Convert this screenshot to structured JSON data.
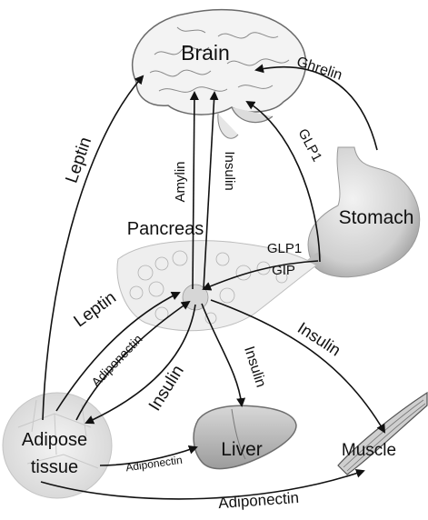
{
  "organs": {
    "brain": "Brain",
    "stomach": "Stomach",
    "pancreas": "Pancreas",
    "adipose_line1": "Adipose",
    "adipose_line2": "tissue",
    "liver": "Liver",
    "muscle": "Muscle"
  },
  "signals": {
    "ghrelin": "Ghrelin",
    "glp1_stomach_brain": "GLP1",
    "amylin": "Amylin",
    "insulin_pancreas_brain": "Insulin",
    "leptin_adipose_brain": "Leptin",
    "glp1_gut": "GLP1",
    "gip": "GIP",
    "leptin_adipose_pancreas": "Leptin",
    "adiponectin_adipose_pancreas": "Adiponectin",
    "insulin_pancreas_adipose": "Insulin",
    "insulin_pancreas_liver": "Insulin",
    "insulin_pancreas_muscle": "Insulin",
    "adiponectin_adipose_liver": "Adiponectin",
    "adiponectin_adipose_muscle": "Adiponectin"
  },
  "colors": {
    "arrow": "#111111",
    "organ_gray": "#c9c9c9",
    "organ_dark": "#8a8a8a",
    "background": "#ffffff"
  }
}
